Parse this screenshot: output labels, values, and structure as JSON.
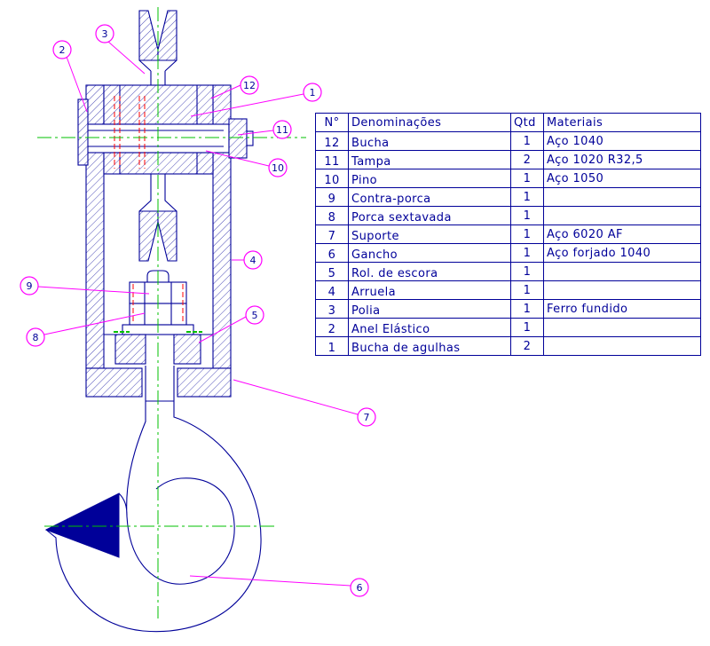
{
  "colors": {
    "drawing_line": "#000099",
    "leader_magenta": "#ff00ff",
    "centerline_green": "#00c000",
    "hidden_line_red": "#ff0000",
    "background": "#ffffff"
  },
  "table": {
    "headers": {
      "num": "N°",
      "name": "Denominações",
      "qty": "Qtd",
      "material": "Materiais"
    },
    "rows": [
      {
        "num": "12",
        "name": "Bucha",
        "qty": "1",
        "material": "Aço 1040"
      },
      {
        "num": "11",
        "name": "Tampa",
        "qty": "2",
        "material": "Aço 1020 R32,5"
      },
      {
        "num": "10",
        "name": "Pino",
        "qty": "1",
        "material": "Aço 1050"
      },
      {
        "num": "9",
        "name": "Contra-porca",
        "qty": "1",
        "material": ""
      },
      {
        "num": "8",
        "name": "Porca sextavada",
        "qty": "1",
        "material": ""
      },
      {
        "num": "7",
        "name": "Suporte",
        "qty": "1",
        "material": "Aço 6020 AF"
      },
      {
        "num": "6",
        "name": "Gancho",
        "qty": "1",
        "material": "Aço forjado 1040"
      },
      {
        "num": "5",
        "name": "Rol. de escora",
        "qty": "1",
        "material": ""
      },
      {
        "num": "4",
        "name": "Arruela",
        "qty": "1",
        "material": ""
      },
      {
        "num": "3",
        "name": "Polia",
        "qty": "1",
        "material": "Ferro fundido"
      },
      {
        "num": "2",
        "name": "Anel Elástico",
        "qty": "1",
        "material": ""
      },
      {
        "num": "1",
        "name": "Bucha de agulhas",
        "qty": "2",
        "material": ""
      }
    ]
  },
  "balloons": [
    {
      "label": "2"
    },
    {
      "label": "3"
    },
    {
      "label": "12"
    },
    {
      "label": "1"
    },
    {
      "label": "11"
    },
    {
      "label": "10"
    },
    {
      "label": "4"
    },
    {
      "label": "9"
    },
    {
      "label": "8"
    },
    {
      "label": "5"
    },
    {
      "label": "7"
    },
    {
      "label": "6"
    }
  ]
}
